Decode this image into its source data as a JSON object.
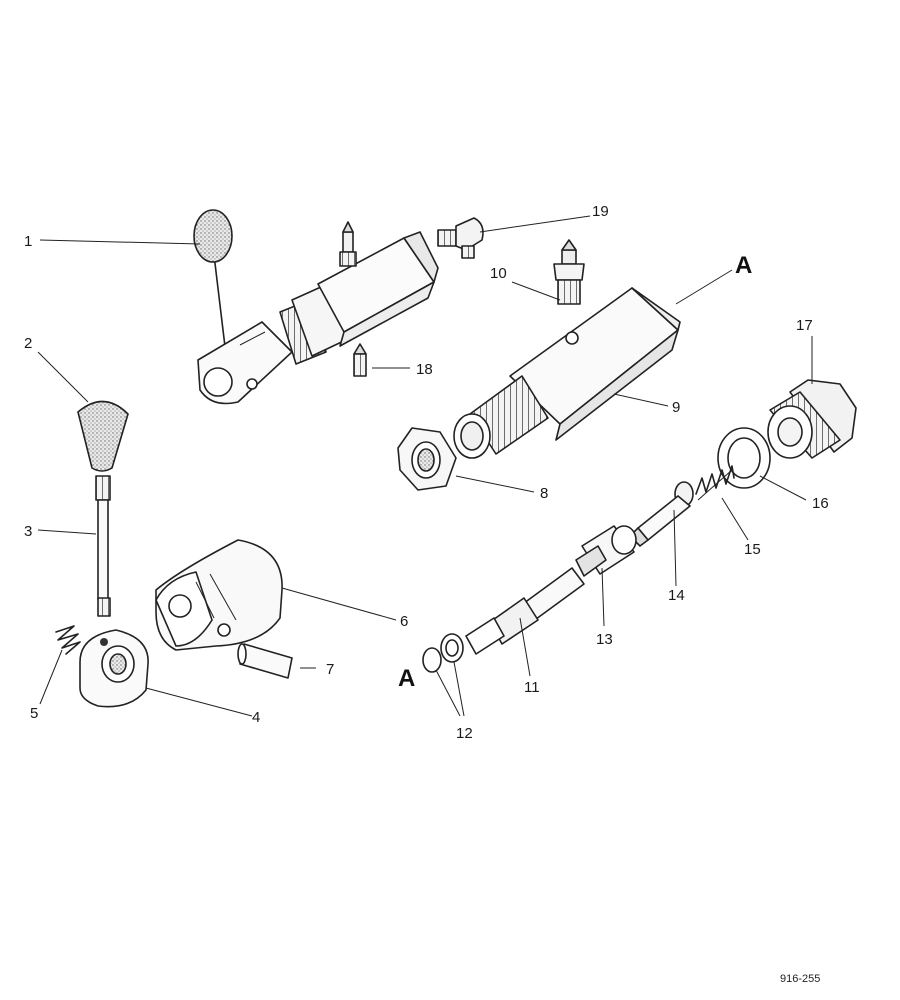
{
  "callouts": [
    "1",
    "2",
    "3",
    "4",
    "5",
    "6",
    "7",
    "8",
    "9",
    "10",
    "11",
    "12",
    "13",
    "14",
    "15",
    "16",
    "17",
    "18",
    "19"
  ],
  "section_marks": {
    "top": "A",
    "bottom": "A"
  },
  "reference_number": "916-255"
}
